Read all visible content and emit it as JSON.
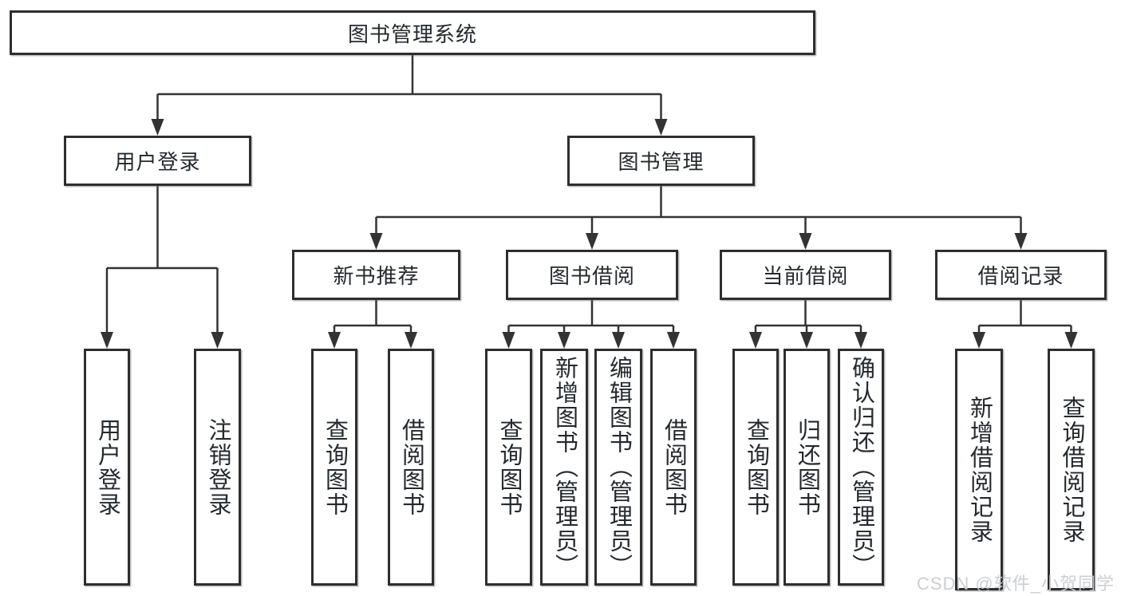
{
  "diagram": {
    "root": {
      "label": "图书管理系统"
    },
    "branches": [
      {
        "label": "用户登录",
        "children": [
          {
            "label": "用户登录"
          },
          {
            "label": "注销登录"
          }
        ]
      },
      {
        "label": "图书管理",
        "children": [
          {
            "label": "新书推荐",
            "children": [
              {
                "label": "查询图书"
              },
              {
                "label": "借阅图书"
              }
            ]
          },
          {
            "label": "图书借阅",
            "children": [
              {
                "label": "查询图书"
              },
              {
                "label": "新增图书（管理员）"
              },
              {
                "label": "编辑图书（管理员）"
              },
              {
                "label": "借阅图书"
              }
            ]
          },
          {
            "label": "当前借阅",
            "children": [
              {
                "label": "查询图书"
              },
              {
                "label": "归还图书"
              },
              {
                "label": "确认归还（管理员）"
              }
            ]
          },
          {
            "label": "借阅记录",
            "children": [
              {
                "label": "新增借阅记录"
              },
              {
                "label": "查询借阅记录"
              }
            ]
          }
        ]
      }
    ]
  },
  "watermark": {
    "text": "CSDN @软件_小贺同学"
  },
  "colors": {
    "line": "#333333",
    "box_border": "#2e2e2e",
    "text": "#24292e",
    "watermark": "#c9ccd1",
    "background": "#ffffff"
  }
}
